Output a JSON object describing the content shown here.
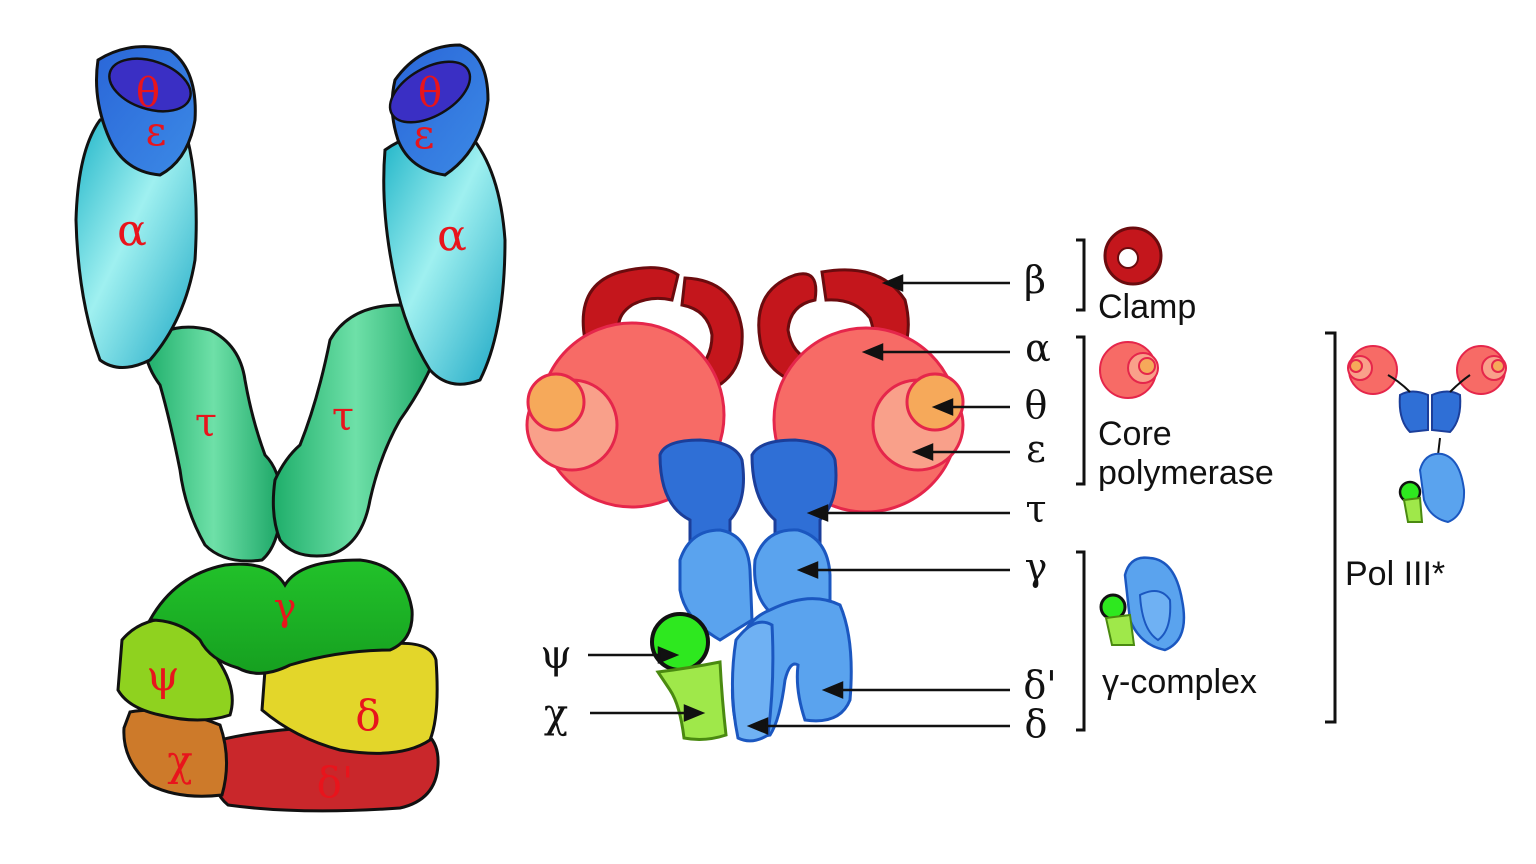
{
  "left_model": {
    "theta_left": "θ",
    "epsilon_left": "ε",
    "alpha_left": "α",
    "tau_left": "τ",
    "theta_right": "θ",
    "epsilon_right": "ε",
    "alpha_right": "α",
    "tau_right": "τ",
    "gamma": "γ",
    "psi": "ψ",
    "delta": "δ",
    "chi": "χ",
    "delta_prime": "δ'"
  },
  "right_model": {
    "labels": {
      "beta": "β",
      "alpha": "α",
      "theta": "θ",
      "epsilon": "ε",
      "tau": "τ",
      "gamma": "γ",
      "delta_prime": "δ'",
      "delta": "δ",
      "psi": "ψ",
      "chi": "χ"
    },
    "groups": {
      "clamp": "Clamp",
      "core_line1": "Core",
      "core_line2": "polymerase",
      "gamma_complex": "γ-complex",
      "pol_iii_star": "Pol III*"
    }
  },
  "colors": {
    "clamp_red": "#c4161c",
    "core_salmon": "#f76b66",
    "theta_orange": "#f6a95a",
    "tau_blue": "#2f6fd6",
    "gamma_light_blue": "#5aa3ee",
    "psi_green": "#2ee81f",
    "chi_lime": "#9fe84a",
    "alpha_cyan": "#2fc6d6",
    "tau_green": "#2fc47a"
  }
}
